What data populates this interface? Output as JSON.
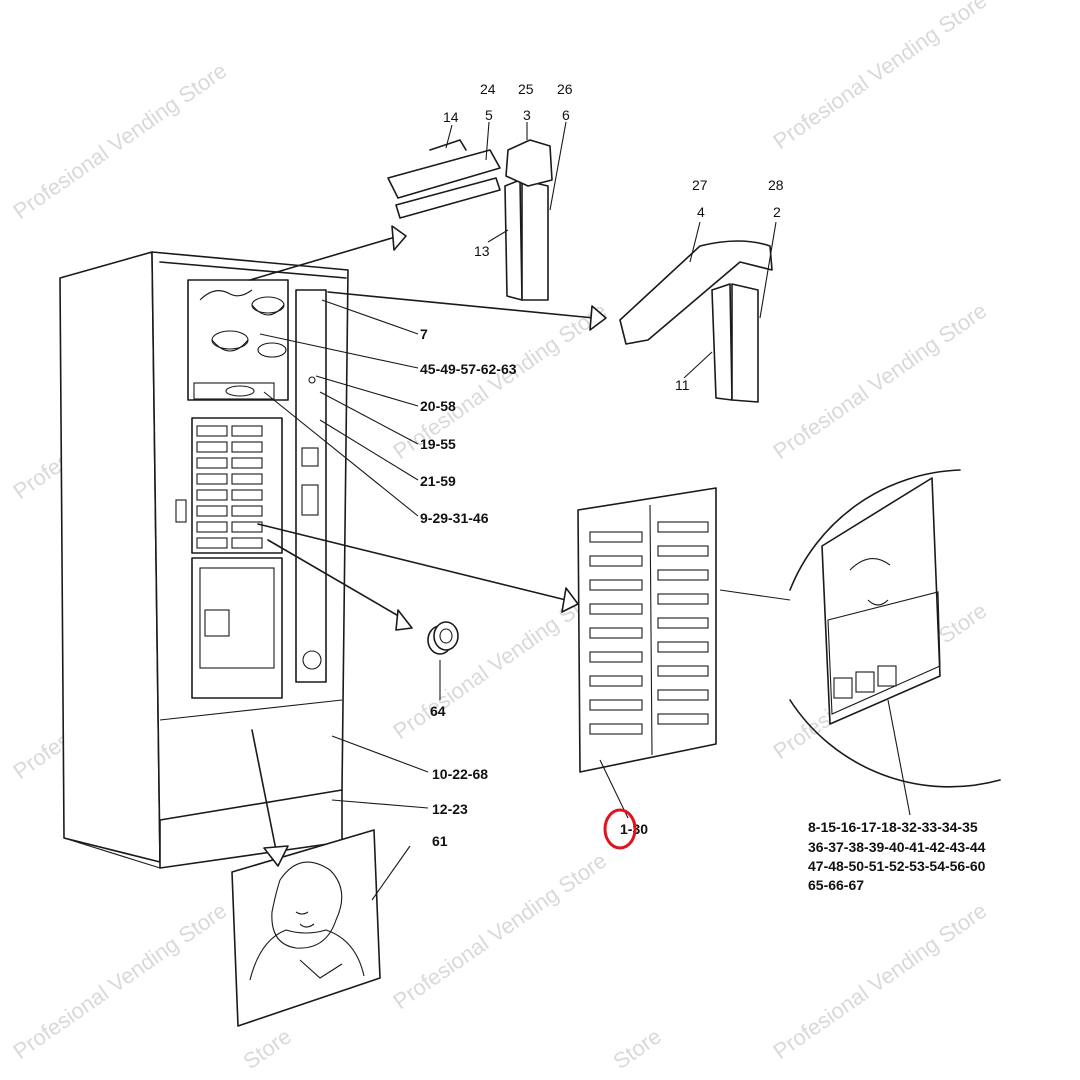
{
  "watermark": "Profesional Vending Store",
  "watermark_fragment": "Store",
  "callouts": {
    "c14": "14",
    "c24": "24",
    "c5": "5",
    "c25": "25",
    "c3": "3",
    "c26": "26",
    "c6": "6",
    "c13": "13",
    "c27": "27",
    "c4": "4",
    "c28": "28",
    "c2": "2",
    "c11": "11",
    "c7": "7",
    "c45": "45-49-57-62-63",
    "c20": "20-58",
    "c19": "19-55",
    "c21": "21-59",
    "c9": "9-29-31-46",
    "c64": "64",
    "c10": "10-22-68",
    "c12": "12-23",
    "c61": "61",
    "c1": "1-30"
  },
  "parts_list": [
    "8-15-16-17-18-32-33-34-35",
    "36-37-38-39-40-41-42-43-44",
    "47-48-50-51-52-53-54-56-60",
    "65-66-67"
  ],
  "colors": {
    "highlight": "#e0141e",
    "line": "#1a1a1a",
    "watermark": "#d9d9d9"
  }
}
